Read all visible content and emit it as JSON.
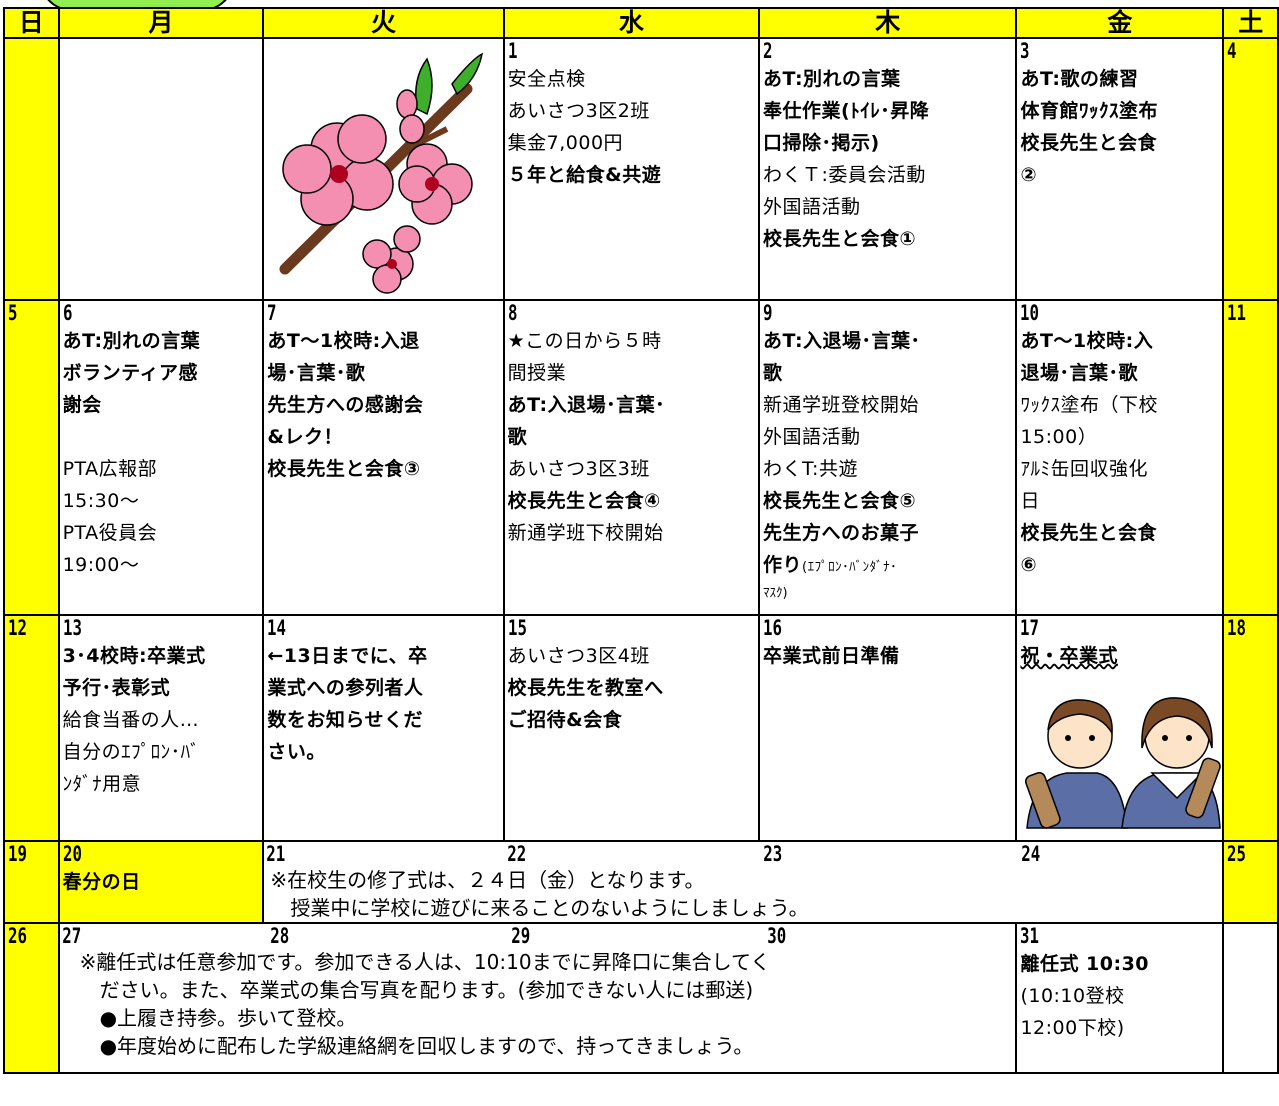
{
  "weekdays": [
    "日",
    "月",
    "火",
    "水",
    "木",
    "金",
    "土"
  ],
  "colors": {
    "highlight": "#ffff00",
    "tab": "#90ee50",
    "blossom": "#f48fb1"
  },
  "rows": [
    {
      "sun": "",
      "mon": {
        "date": "",
        "lines": []
      },
      "tue": {
        "date": "",
        "lines": []
      },
      "wed": {
        "date": "1",
        "lines": [
          "安全点検",
          "あいさつ3区2班",
          "集金7,000円",
          "５年と給食&共遊"
        ]
      },
      "thu": {
        "date": "2",
        "lines": [
          "あT:別れの言葉",
          "奉仕作業(ﾄｲﾚ･昇降",
          "口掃除･掲示)",
          "わくＴ:委員会活動",
          "外国語活動",
          "校長先生と会食①"
        ]
      },
      "fri": {
        "date": "3",
        "lines": [
          "あT:歌の練習",
          "体育館ﾜｯｸｽ塗布",
          "校長先生と会食",
          "②"
        ]
      },
      "sat": "4"
    },
    {
      "sun": "5",
      "mon": {
        "date": "6",
        "lines": [
          "あT:別れの言葉",
          "ボランティア感",
          "謝会",
          "",
          "PTA広報部",
          "15:30〜",
          "PTA役員会",
          "19:00〜"
        ]
      },
      "tue": {
        "date": "7",
        "lines": [
          "あT〜1校時:入退",
          "場･言葉･歌",
          "先生方への感謝会",
          "&レク！",
          "校長先生と会食③"
        ]
      },
      "wed": {
        "date": "8",
        "lines": [
          "★この日から５時",
          "間授業",
          "あT:入退場･言葉･",
          "歌",
          "あいさつ3区3班",
          "校長先生と会食④",
          "新通学班下校開始"
        ]
      },
      "thu": {
        "date": "9",
        "lines": [
          "あT:入退場･言葉･",
          "歌",
          "新通学班登校開始",
          "外国語活動",
          "わくT:共遊",
          "校長先生と会食⑤",
          "先生方へのお菓子",
          "作り"
        ],
        "small": "(ｴﾌﾟﾛﾝ･ﾊﾞﾝﾀﾞﾅ･",
        "small2": "ﾏｽｸ)"
      },
      "fri": {
        "date": "10",
        "lines": [
          "あT〜1校時:入",
          "退場･言葉･歌",
          "ﾜｯｸｽ塗布（下校",
          "15:00）",
          "ｱﾙﾐ缶回収強化",
          "日",
          "校長先生と会食",
          "⑥"
        ]
      },
      "sat": "11"
    },
    {
      "sun": "12",
      "mon": {
        "date": "13",
        "lines": [
          "3･4校時:卒業式",
          "予行･表彰式",
          "給食当番の人…",
          "自分のｴﾌﾟﾛﾝ･ﾊﾞ",
          "ﾝﾀﾞﾅ用意"
        ]
      },
      "tue": {
        "date": "14",
        "lines": [
          "←13日までに、卒",
          "業式への参列者人",
          "数をお知らせくだ",
          "さい。"
        ]
      },
      "wed": {
        "date": "15",
        "lines": [
          "あいさつ3区4班",
          "校長先生を教室へ",
          "ご招待&会食"
        ]
      },
      "thu": {
        "date": "16",
        "lines": [
          "卒業式前日準備"
        ]
      },
      "fri": {
        "date": "17",
        "lines": [
          "祝・卒業式"
        ]
      },
      "sat": "18"
    },
    {
      "sun": "19",
      "mon": {
        "date": "20",
        "lines": [
          "春分の日"
        ]
      },
      "dates": [
        "21",
        "22",
        "23",
        "24"
      ],
      "note": [
        "※在校生の修了式は、２４日（金）となります。",
        "　授業中に学校に遊びに来ることのないようにしましょう。"
      ],
      "sat": "25"
    },
    {
      "sun": "26",
      "dates": [
        "27",
        "28",
        "29",
        "30"
      ],
      "note": [
        "※離任式は任意参加です。参加できる人は、10:10までに昇降口に集合してく",
        "　ださい。また、卒業式の集合写真を配ります。(参加できない人には郵送)",
        "　●上履き持参。歩いて登校。",
        "　●年度始めに配布した学級連絡網を回収しますので、持ってきましょう。"
      ],
      "fri": {
        "date": "31",
        "lines": [
          "離任式 10:30",
          "(10:10登校",
          " 12:00下校)"
        ]
      },
      "sat": ""
    }
  ]
}
